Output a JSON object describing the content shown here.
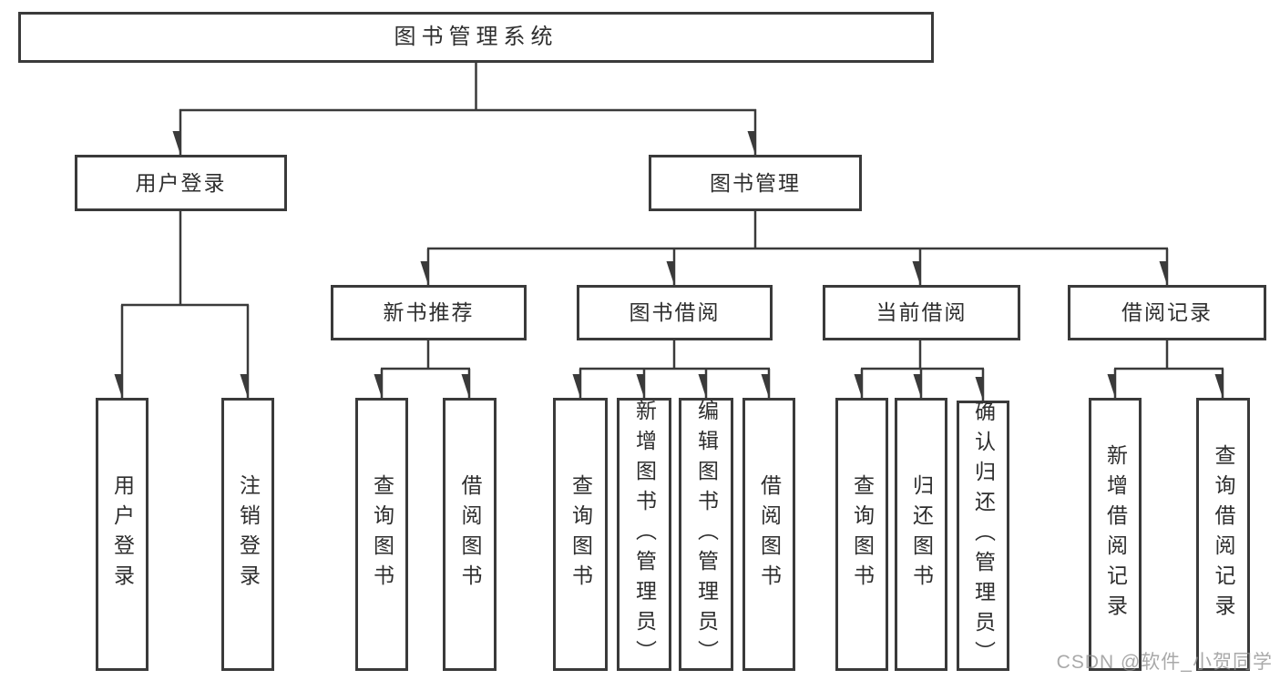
{
  "diagram": {
    "title": "图书管理系统",
    "watermark": "CSDN @软件_小贺同学",
    "colors": {
      "line": "#3a3a3a",
      "border": "#3a3a3a",
      "text": "#2e2e2e",
      "background": "#ffffff",
      "watermark": "#8c8c8c"
    },
    "tree": {
      "label": "图书管理系统",
      "children": [
        {
          "label": "用户登录",
          "children": [
            {
              "label": "用户登录"
            },
            {
              "label": "注销登录"
            }
          ]
        },
        {
          "label": "图书管理",
          "children": [
            {
              "label": "新书推荐",
              "children": [
                {
                  "label": "查询图书"
                },
                {
                  "label": "借阅图书"
                }
              ]
            },
            {
              "label": "图书借阅",
              "children": [
                {
                  "label": "查询图书"
                },
                {
                  "label": "新增图书（管理员）"
                },
                {
                  "label": "编辑图书（管理员）"
                },
                {
                  "label": "借阅图书"
                }
              ]
            },
            {
              "label": "当前借阅",
              "children": [
                {
                  "label": "查询图书"
                },
                {
                  "label": "归还图书"
                },
                {
                  "label": "确认归还（管理员）"
                }
              ]
            },
            {
              "label": "借阅记录",
              "children": [
                {
                  "label": "新增借阅记录"
                },
                {
                  "label": "查询借阅记录"
                }
              ]
            }
          ]
        }
      ]
    }
  }
}
